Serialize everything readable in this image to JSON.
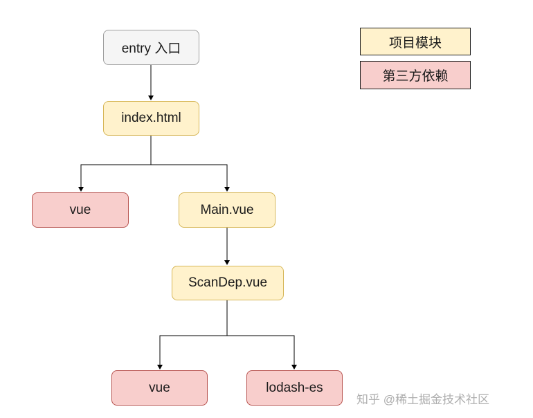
{
  "nodes": {
    "entry": "entry 入口",
    "index": "index.html",
    "vue_top": "vue",
    "main": "Main.vue",
    "scandep": "ScanDep.vue",
    "vue_bottom": "vue",
    "lodash": "lodash-es"
  },
  "legend": {
    "project_module": "项目模块",
    "third_party": "第三方依赖"
  },
  "watermark": "知乎 @稀土掘金技术社区",
  "colors": {
    "gray_fill": "#f5f5f5",
    "yellow_fill": "#fff2cc",
    "red_fill": "#f8cecc"
  }
}
